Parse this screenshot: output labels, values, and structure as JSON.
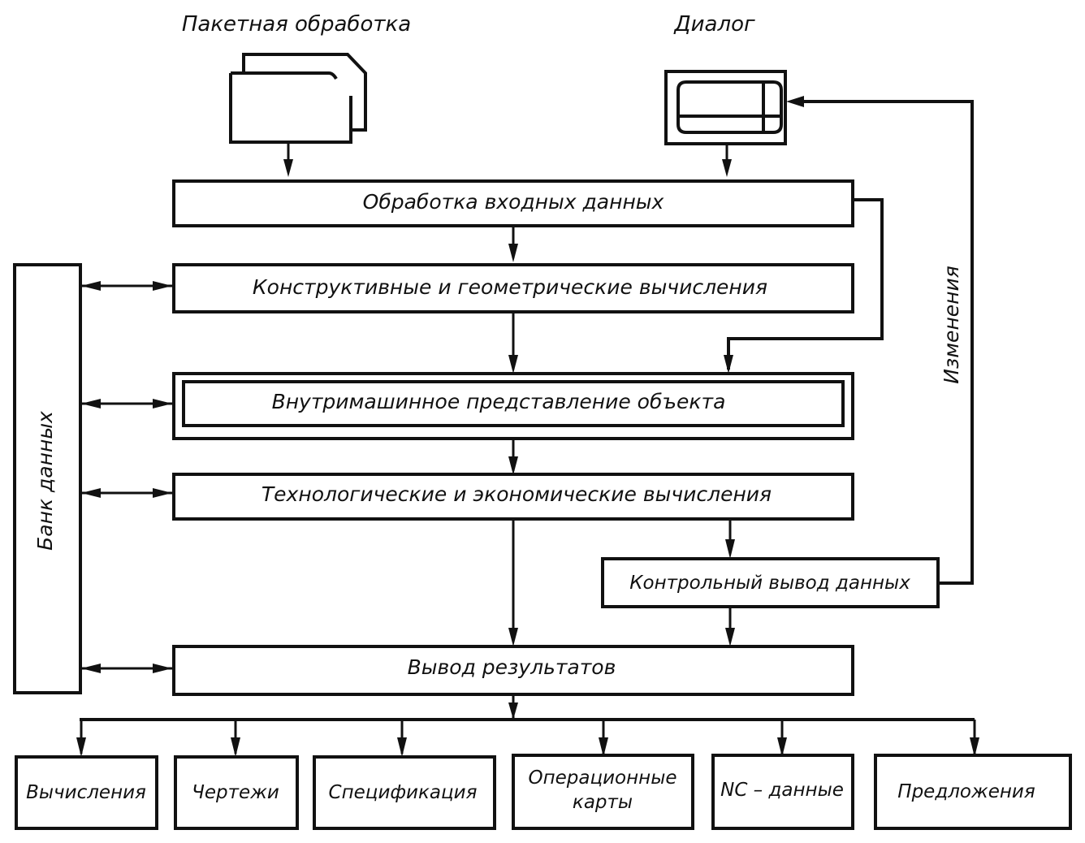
{
  "diagram": {
    "type": "flowchart",
    "language": "ru",
    "inputs": {
      "batch": {
        "label": "Пакетная обработка",
        "icon": "punch-card-stack-icon"
      },
      "dialog": {
        "label": "Диалог",
        "icon": "display-terminal-icon"
      }
    },
    "process": [
      {
        "id": "input_processing",
        "label": "Обработка входных данных"
      },
      {
        "id": "design_geometry",
        "label": "Конструктивные и геометрические вычисления"
      },
      {
        "id": "internal_model",
        "label": "Внутримашинное представление объекта"
      },
      {
        "id": "tech_econ",
        "label": "Технологические и экономические вычисления"
      },
      {
        "id": "control_output",
        "label": "Контрольный вывод данных"
      },
      {
        "id": "results_output",
        "label": "Вывод результатов"
      }
    ],
    "databank": {
      "label": "Банк данных"
    },
    "feedback": {
      "label": "Изменения"
    },
    "outputs": [
      {
        "label": "Вычисления"
      },
      {
        "label": "Чертежи"
      },
      {
        "label": "Спецификация"
      },
      {
        "label_lines": [
          "Операционные",
          "карты"
        ]
      },
      {
        "label": "NC – данные"
      },
      {
        "label": "Предложения"
      }
    ],
    "edges": [
      [
        "batch",
        "input_processing"
      ],
      [
        "dialog",
        "input_processing"
      ],
      [
        "input_processing",
        "design_geometry"
      ],
      [
        "input_processing",
        "internal_model"
      ],
      [
        "design_geometry",
        "internal_model"
      ],
      [
        "internal_model",
        "tech_econ"
      ],
      [
        "tech_econ",
        "control_output"
      ],
      [
        "tech_econ",
        "results_output"
      ],
      [
        "control_output",
        "results_output"
      ],
      [
        "control_output",
        "dialog"
      ],
      [
        "databank",
        "design_geometry",
        "bidirectional"
      ],
      [
        "databank",
        "internal_model",
        "bidirectional"
      ],
      [
        "databank",
        "tech_econ",
        "bidirectional"
      ],
      [
        "databank",
        "results_output",
        "bidirectional"
      ],
      [
        "results_output",
        "outputs"
      ]
    ]
  }
}
